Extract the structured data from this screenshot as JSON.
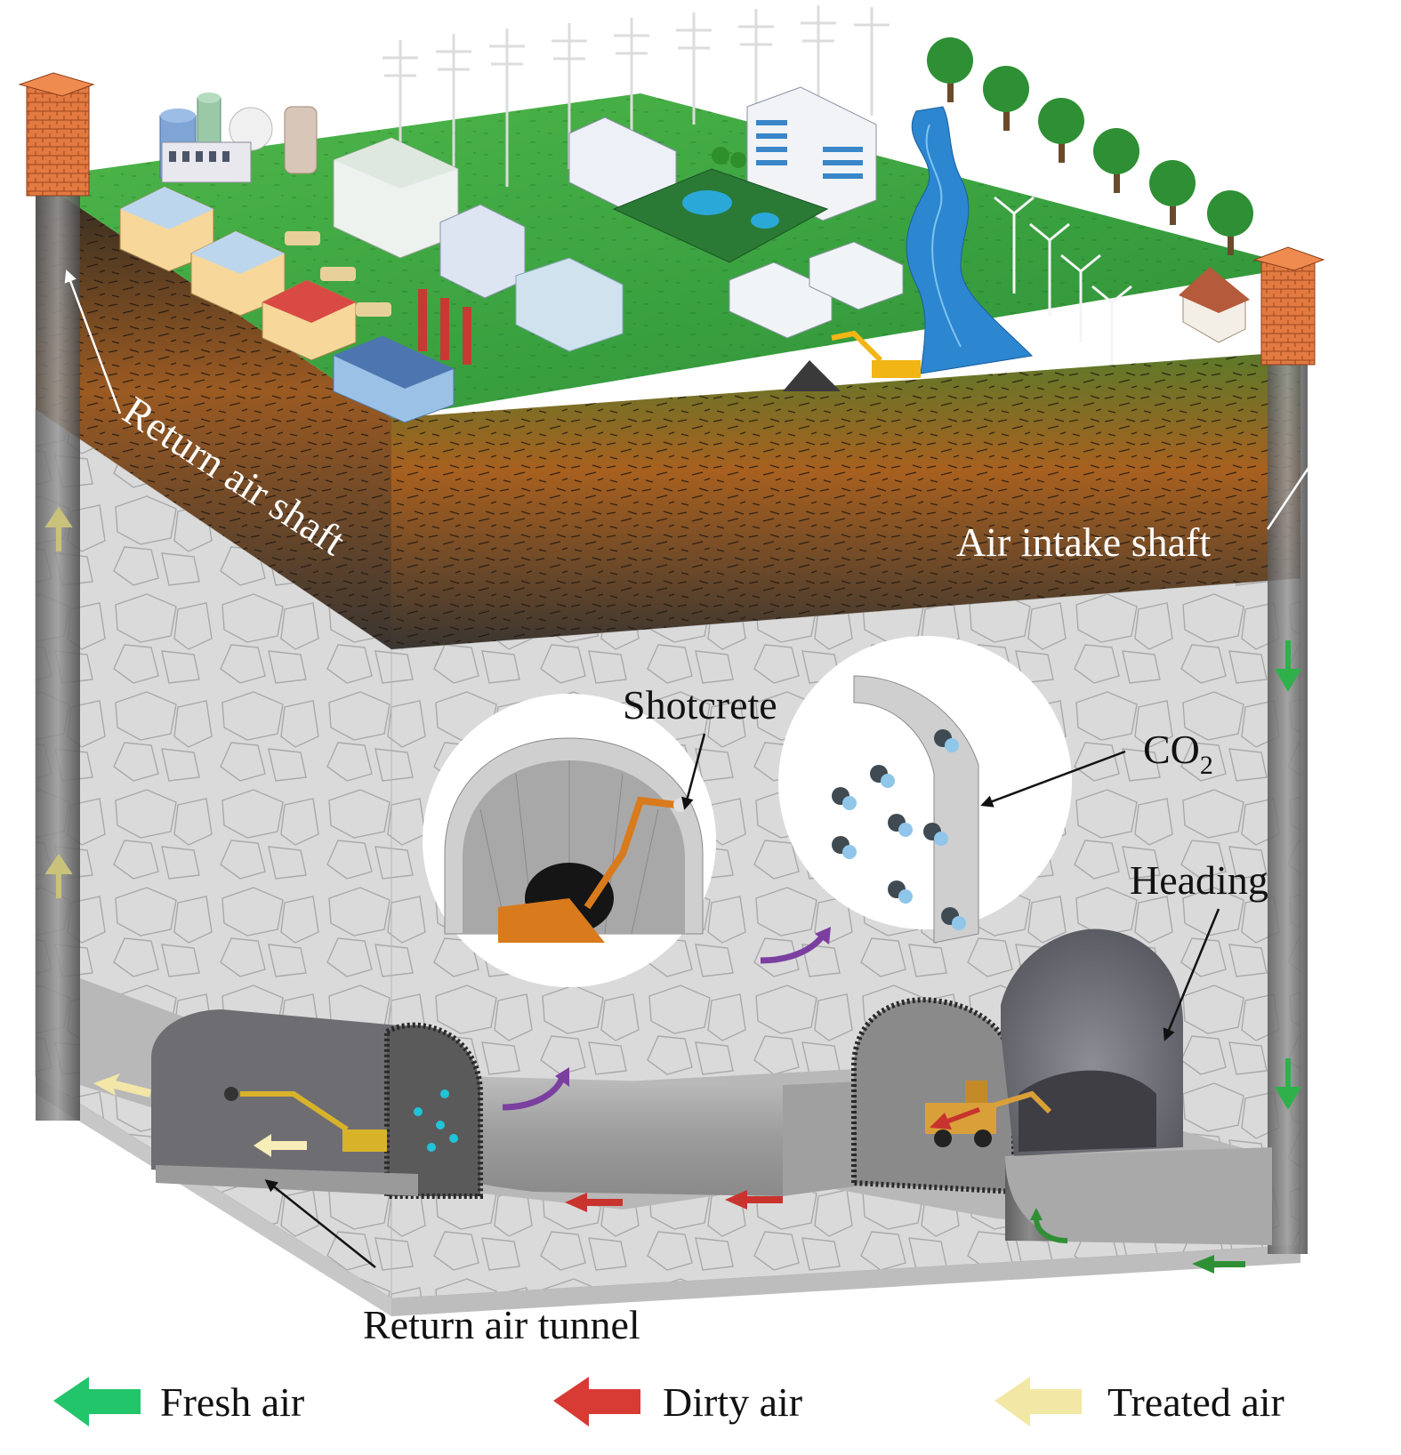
{
  "labels": {
    "return_air_shaft": "Return air shaft",
    "air_intake_shaft": "Air intake shaft",
    "shotcrete": "Shotcrete",
    "co2_main": "CO",
    "co2_sub": "2",
    "heading": "Heading",
    "return_air_tunnel": "Return air tunnel"
  },
  "legend": [
    {
      "label": "Fresh air",
      "color": "#22c56a"
    },
    {
      "label": "Dirty air",
      "color": "#d83a34"
    },
    {
      "label": "Treated air",
      "color": "#f3e7a6"
    }
  ],
  "colors": {
    "fresh": "#22c56a",
    "dirty": "#d83a34",
    "treated": "#f3e7a6",
    "purple": "#7b3fa0",
    "grass": "#3fa845",
    "soil": "#9b5a22",
    "rock": "#d8d8d8",
    "brick": "#e07a40"
  }
}
